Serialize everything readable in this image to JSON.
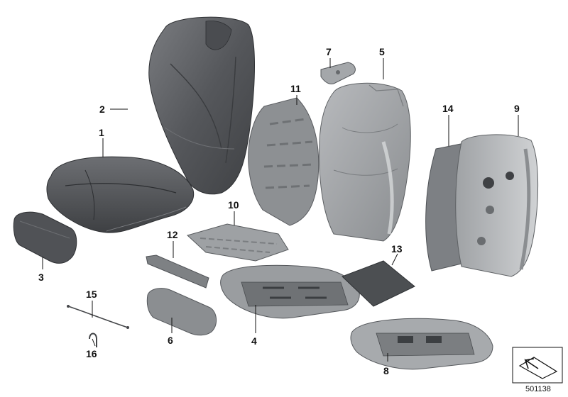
{
  "diagram": {
    "callouts": [
      {
        "id": "p1",
        "label": "1"
      },
      {
        "id": "p2",
        "label": "2"
      },
      {
        "id": "p3",
        "label": "3"
      },
      {
        "id": "p4",
        "label": "4"
      },
      {
        "id": "p5",
        "label": "5"
      },
      {
        "id": "p6",
        "label": "6"
      },
      {
        "id": "p7",
        "label": "7"
      },
      {
        "id": "p8",
        "label": "8"
      },
      {
        "id": "p9",
        "label": "9"
      },
      {
        "id": "p10",
        "label": "10"
      },
      {
        "id": "p11",
        "label": "11"
      },
      {
        "id": "p12",
        "label": "12"
      },
      {
        "id": "p13",
        "label": "13"
      },
      {
        "id": "p14",
        "label": "14"
      },
      {
        "id": "p15",
        "label": "15"
      },
      {
        "id": "p16",
        "label": "16"
      }
    ],
    "document_number": "501138",
    "colors": {
      "dark_upholstery": "#5b5d60",
      "mid_grey": "#8e9194",
      "light_grey": "#c4c6c9",
      "frame_grey": "#a9acaf",
      "ink": "#111111"
    }
  }
}
